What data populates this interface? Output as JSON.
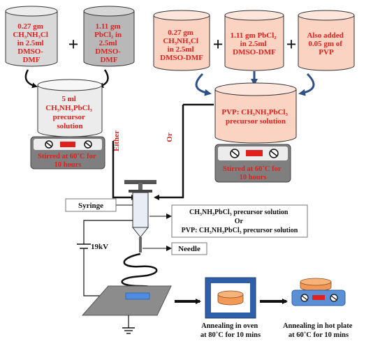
{
  "colors": {
    "gray_beaker": "#d9d9d9",
    "gray_beaker_dark": "#b8b8b8",
    "salmon_beaker": "#fbd3c2",
    "text_red": "#e0201c",
    "stirrer_body": "#7f7f7f",
    "stirrer_top": "#ececec",
    "hot_plate_blue": "#5b8fd6",
    "oven_blue": "#2f5fa8",
    "substrate_gray": "#8c8c8c",
    "sample_blue": "#4f8be0",
    "crucible_orange": "#f29a55"
  },
  "either_route": {
    "beaker1": [
      "0.27 gm",
      "CH₃NH₃Cl",
      "in 2.5ml",
      "DMSO-",
      "DMF"
    ],
    "beaker2": [
      "1.11 gm",
      "PbCl₂ in",
      "2.5ml",
      "DMSO-",
      "DMF"
    ],
    "mix_beaker": [
      "5 ml",
      "CH₃NH₃PbCl₃",
      "precursor",
      "solution"
    ],
    "stir_label": [
      "Stirred at 60˚C for",
      "10 hours"
    ],
    "branch_label": "Either"
  },
  "or_route": {
    "beaker1": [
      "0.27 gm",
      "CH₃NH₃Cl",
      "in 2.5ml",
      "DMSO-DMF"
    ],
    "beaker2": [
      "1.11 gm PbCl₂",
      "in 2.5ml",
      "DMSO-DMF"
    ],
    "beaker3": [
      "Also added",
      "0.05 gm of",
      "PVP"
    ],
    "mix_beaker": [
      "PVP: CH₃NH₃PbCl₃",
      "precursor solution"
    ],
    "stir_label": [
      "Stirred at 60˚C for",
      "10 hours"
    ],
    "branch_label": "Or"
  },
  "plus": "+",
  "electrospin": {
    "syringe_label": "Syringe",
    "solution_lines": [
      "CH₃NH₃PbCl₃ precursor solution",
      "Or",
      "PVP: CH₃NH₃PbCl₃ precursor solution"
    ],
    "needle_label": "Needle",
    "voltage_label": "19kV"
  },
  "annealing": {
    "oven_label": [
      "Annealing in oven",
      "at 80˚C for 10 mins"
    ],
    "hot_plate_label": [
      "Annealing in hot plate",
      "at 60˚C for 10 mins"
    ]
  }
}
